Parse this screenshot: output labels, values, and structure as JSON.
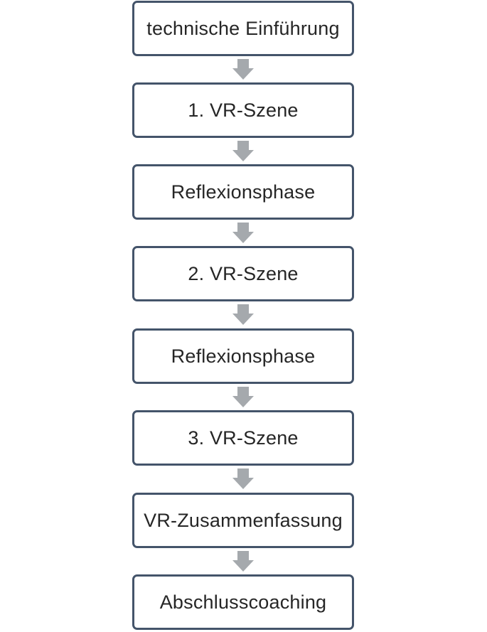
{
  "diagram": {
    "steps": [
      "technische Einführung",
      "1. VR-Szene",
      "Reflexionsphase",
      "2. VR-Szene",
      "Reflexionsphase",
      "3. VR-Szene",
      "VR-Zusammenfassung",
      "Abschlusscoaching"
    ],
    "colors": {
      "box_border": "#44546a",
      "box_fill": "#ffffff",
      "text": "#262626",
      "arrow": "#a5a9ad"
    },
    "arrow_icon": "down-arrow-icon"
  }
}
